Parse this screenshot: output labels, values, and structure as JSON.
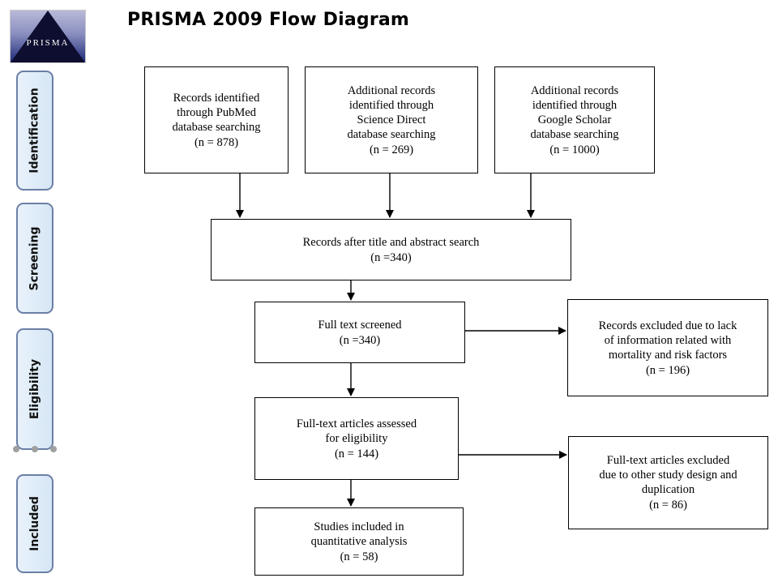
{
  "logo": {
    "text": "PRISMA"
  },
  "title": "PRISMA 2009 Flow Diagram",
  "stages": [
    "Identification",
    "Screening",
    "Eligibility",
    "Included"
  ],
  "boxes": {
    "pubmed": {
      "lines": [
        "Records identified",
        "through PubMed",
        "database searching"
      ],
      "count": "(n = 878)"
    },
    "sciencedirect": {
      "lines": [
        "Additional records",
        "identified through",
        "Science Direct",
        "database searching"
      ],
      "count": "(n = 269)"
    },
    "scholar": {
      "lines": [
        "Additional records",
        "identified through",
        "Google Scholar",
        "database searching"
      ],
      "count": "(n = 1000)"
    },
    "after_title": {
      "lines": [
        "Records after title and abstract search"
      ],
      "count": "(n =340)"
    },
    "fulltext_screened": {
      "lines": [
        "Full text screened"
      ],
      "count": "(n =340)"
    },
    "excluded_lack": {
      "lines": [
        "Records excluded due to lack",
        "of information related with",
        "mortality and risk factors"
      ],
      "count": "(n = 196)"
    },
    "assessed": {
      "lines": [
        "Full-text articles assessed",
        "for eligibility"
      ],
      "count": "(n = 144)"
    },
    "excluded_design": {
      "lines": [
        "Full-text articles excluded",
        "due to other study design and",
        "duplication"
      ],
      "count": "(n = 86)"
    },
    "included": {
      "lines": [
        "Studies included in",
        "quantitative analysis"
      ],
      "count": "(n = 58)"
    }
  }
}
